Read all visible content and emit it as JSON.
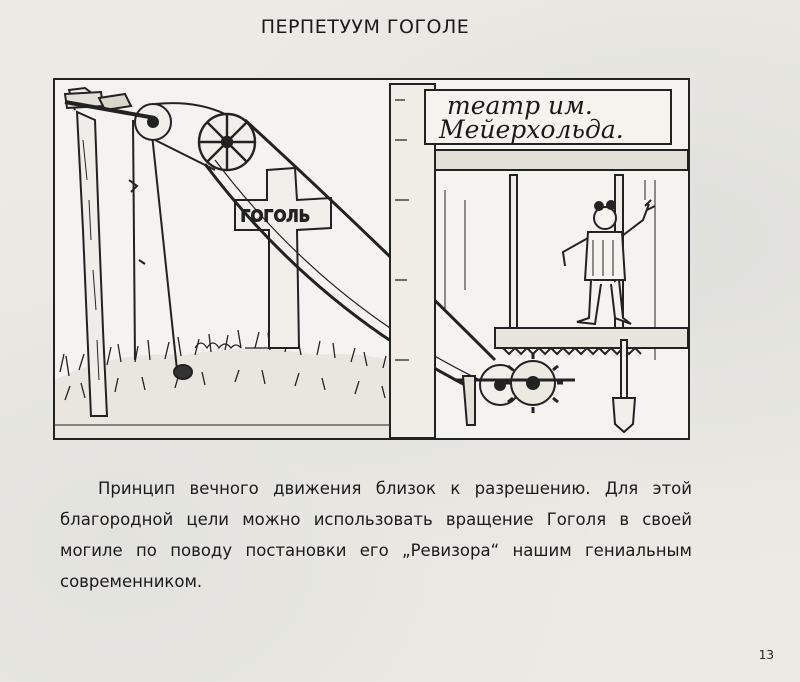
{
  "page": {
    "title": "ПЕРПЕТУУМ ГОГОЛЕ",
    "page_number": "13"
  },
  "illustration": {
    "theater_sign_line1": "театр им.",
    "theater_sign_line2": "Мейерхольда.",
    "cross_label": "ГОГОЛЬ"
  },
  "body": {
    "paragraph": "Принцип вечного движения близок к разрешению. Для этой благородной цели можно использовать вращение Гоголя в своей могиле по поводу постановки его „Ревизора“ нашим гениальным современником."
  }
}
